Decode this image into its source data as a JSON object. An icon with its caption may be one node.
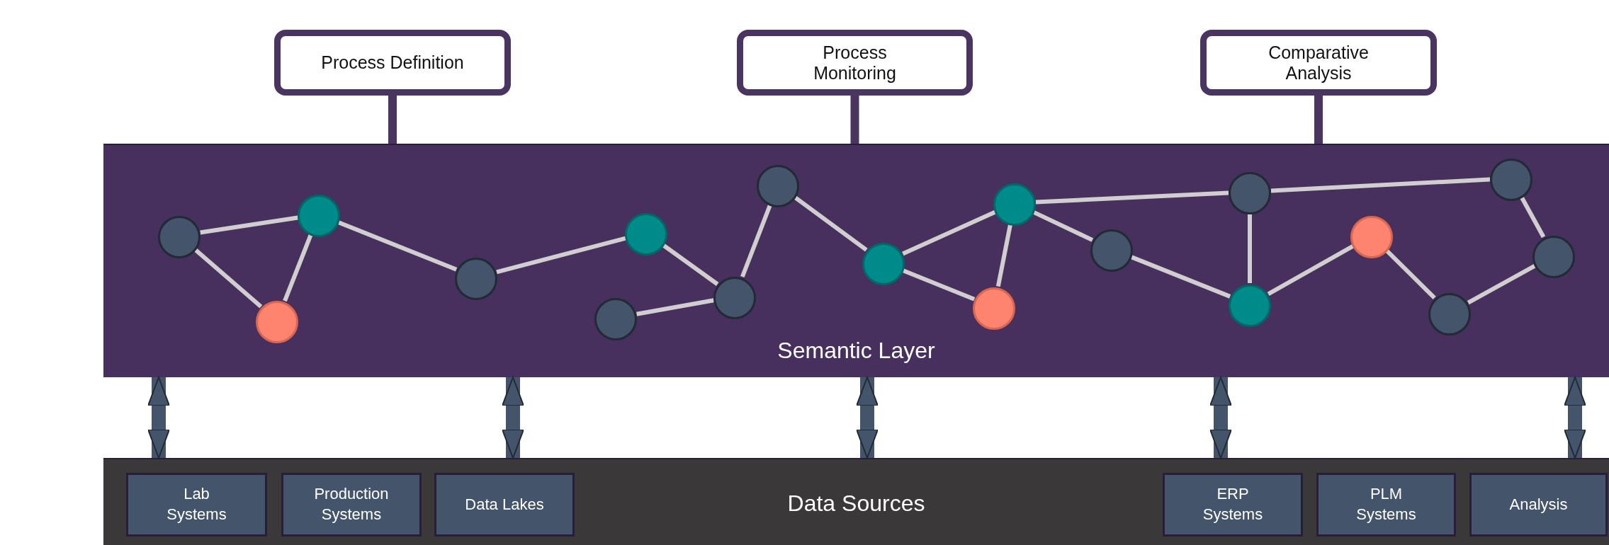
{
  "diagram": {
    "nodes": [
      {
        "text": [
          "Process Definition"
        ]
      },
      {
        "text": [
          "Process Monitoring"
        ]
      },
      {
        "text": [
          "Comparative Analysis"
        ]
      },
      {
        "text": [
          "Semantic Layer"
        ]
      },
      {
        "text": [],
        "shape": "circle",
        "in": 3
      },
      {
        "text": [],
        "shape": "circle",
        "in": 3
      },
      {
        "text": [],
        "shape": "circle",
        "in": 3
      },
      {
        "text": [],
        "shape": "circle",
        "in": 3
      },
      {
        "text": [],
        "shape": "circle",
        "in": 3
      },
      {
        "text": [],
        "shape": "circle",
        "in": 3
      },
      {
        "text": [],
        "shape": "circle",
        "in": 3
      },
      {
        "text": [],
        "shape": "circle",
        "in": 3
      },
      {
        "text": [],
        "shape": "circle",
        "in": 3
      },
      {
        "text": [],
        "shape": "circle",
        "in": 3
      },
      {
        "text": [],
        "shape": "circle",
        "in": 3
      },
      {
        "text": [],
        "shape": "circle",
        "in": 3
      },
      {
        "text": [],
        "shape": "circle",
        "in": 3
      },
      {
        "text": [],
        "shape": "circle",
        "in": 3
      },
      {
        "text": [],
        "shape": "circle",
        "in": 3
      },
      {
        "text": [],
        "shape": "circle",
        "in": 3
      },
      {
        "text": [],
        "shape": "circle",
        "in": 3
      },
      {
        "text": [],
        "shape": "circle",
        "in": 3
      },
      {
        "text": [
          "Data Sources"
        ]
      },
      {
        "text": [
          "Lab Systems"
        ],
        "in": 22
      },
      {
        "text": [
          "Production Systems"
        ],
        "in": 22
      },
      {
        "text": [
          "Data Lakes"
        ],
        "in": 22
      },
      {
        "text": [
          "ERP Systems"
        ],
        "in": 22
      },
      {
        "text": [
          "PLM Systems"
        ],
        "in": 22
      },
      {
        "text": [
          "Analysis"
        ],
        "in": 22
      }
    ],
    "edges": [
      {
        "from": 0,
        "to": 3,
        "arrow": "none",
        "style": "thick",
        "color": "#4a3560"
      },
      {
        "from": 1,
        "to": 3,
        "arrow": "none",
        "style": "thick",
        "color": "#4a3560"
      },
      {
        "from": 2,
        "to": 3,
        "arrow": "none",
        "style": "thick",
        "color": "#4a3560"
      },
      {
        "from": 4,
        "to": 6,
        "arrow": "none"
      },
      {
        "from": 4,
        "to": 5,
        "arrow": "none"
      },
      {
        "from": 6,
        "to": 5,
        "arrow": "none"
      },
      {
        "from": 6,
        "to": 7,
        "arrow": "none"
      },
      {
        "from": 7,
        "to": 9,
        "arrow": "none"
      },
      {
        "from": 9,
        "to": 10,
        "arrow": "none"
      },
      {
        "from": 8,
        "to": 10,
        "arrow": "none"
      },
      {
        "from": 10,
        "to": 11,
        "arrow": "none"
      },
      {
        "from": 11,
        "to": 12,
        "arrow": "none"
      },
      {
        "from": 12,
        "to": 14,
        "arrow": "none"
      },
      {
        "from": 12,
        "to": 13,
        "arrow": "none"
      },
      {
        "from": 14,
        "to": 13,
        "arrow": "none"
      },
      {
        "from": 14,
        "to": 15,
        "arrow": "none"
      },
      {
        "from": 14,
        "to": 16,
        "arrow": "none"
      },
      {
        "from": 16,
        "to": 20,
        "arrow": "none"
      },
      {
        "from": 16,
        "to": 17,
        "arrow": "none"
      },
      {
        "from": 15,
        "to": 17,
        "arrow": "none"
      },
      {
        "from": 17,
        "to": 18,
        "arrow": "none"
      },
      {
        "from": 18,
        "to": 19,
        "arrow": "none"
      },
      {
        "from": 19,
        "to": 21,
        "arrow": "none"
      },
      {
        "from": 20,
        "to": 21,
        "arrow": "none"
      },
      {
        "from": 3,
        "to": 22,
        "arrow": "both",
        "style": "thick",
        "color": "#44546a"
      },
      {
        "from": 3,
        "to": 22,
        "arrow": "both",
        "style": "thick",
        "color": "#44546a"
      },
      {
        "from": 3,
        "to": 22,
        "arrow": "both",
        "style": "thick",
        "color": "#44546a"
      },
      {
        "from": 3,
        "to": 22,
        "arrow": "both",
        "style": "thick",
        "color": "#44546a"
      },
      {
        "from": 3,
        "to": 22,
        "arrow": "both",
        "style": "thick",
        "color": "#44546a"
      }
    ]
  }
}
